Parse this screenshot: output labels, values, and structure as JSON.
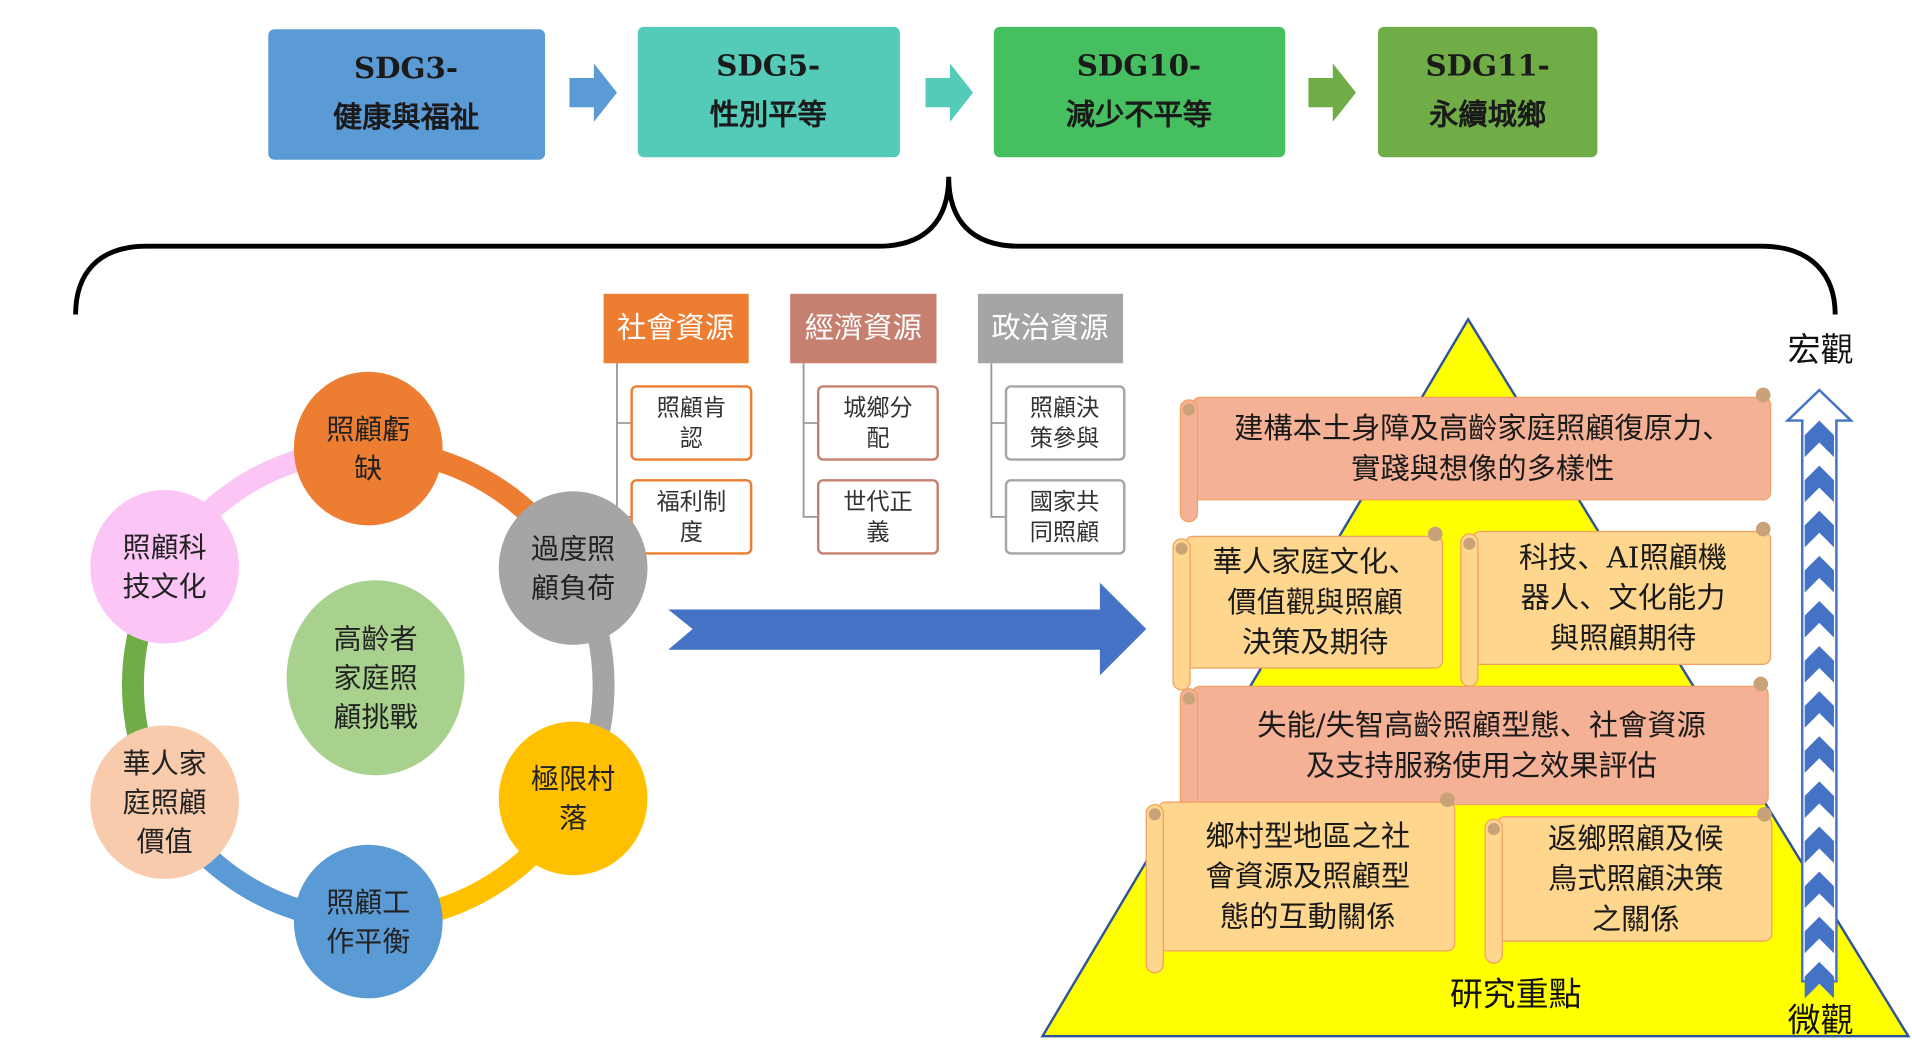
{
  "sdgs": [
    {
      "code": "SDG3-",
      "name": "健康與福祉",
      "color": "#5b9bd5"
    },
    {
      "code": "SDG5-",
      "name": "性別平等",
      "color": "#54cbb9"
    },
    {
      "code": "SDG10-",
      "name": "減少不平等",
      "color": "#45bf5f"
    },
    {
      "code": "SDG11-",
      "name": "永續城鄉",
      "color": "#70ad47"
    }
  ],
  "resources": [
    {
      "title": "社會資源",
      "color": "#ed7d31",
      "items": [
        [
          "照顧肯",
          "認"
        ],
        [
          "福利制",
          "度"
        ]
      ]
    },
    {
      "title": "經濟資源",
      "color": "#c5806f",
      "items": [
        [
          "城鄉分",
          "配"
        ],
        [
          "世代正",
          "義"
        ]
      ]
    },
    {
      "title": "政治資源",
      "color": "#a5a5a5",
      "items": [
        [
          "照顧決",
          "策參與"
        ],
        [
          "國家共",
          "同照顧"
        ]
      ]
    }
  ],
  "cycle": {
    "center": [
      "高齡者",
      "家庭照",
      "顧挑戰"
    ],
    "center_color": "#a9d18e",
    "nodes": [
      {
        "lines": [
          "照顧虧",
          "缺"
        ],
        "color": "#ed7d31"
      },
      {
        "lines": [
          "過度照",
          "顧負荷"
        ],
        "color": "#a5a5a5"
      },
      {
        "lines": [
          "極限村",
          "落"
        ],
        "color": "#ffc000"
      },
      {
        "lines": [
          "照顧工",
          "作平衡"
        ],
        "color": "#5b9bd5"
      },
      {
        "lines": [
          "華人家",
          "庭照顧",
          "價值"
        ],
        "color": "#f8cbad"
      },
      {
        "lines": [
          "照顧科",
          "技文化"
        ],
        "color": "#fbc6f6"
      }
    ],
    "ring_colors": [
      "#ed7d31",
      "#a5a5a5",
      "#ffc000",
      "#5b9bd5",
      "#70ad47",
      "#fbc6f6"
    ]
  },
  "pyramid": {
    "color": "#ffff00",
    "scrolls": [
      {
        "lines": [
          "建構本土身障及高齡家庭照顧復原力、",
          "實踐與想像的多樣性"
        ],
        "color": "#f4b196"
      },
      {
        "lines": [
          "華人家庭文化、",
          "價值觀與照顧",
          "決策及期待"
        ],
        "color": "#fed68d"
      },
      {
        "lines": [
          "科技、AI照顧機",
          "器人、文化能力",
          "與照顧期待"
        ],
        "color": "#fed68d"
      },
      {
        "lines": [
          "失能/失智高齡照顧型態、社會資源",
          "及支持服務使用之效果評估"
        ],
        "color": "#f4b196"
      },
      {
        "lines": [
          "鄉村型地區之社",
          "會資源及照顧型",
          "態的互動關係"
        ],
        "color": "#fed68d"
      },
      {
        "lines": [
          "返鄉照顧及候",
          "鳥式照顧決策",
          "之關係"
        ],
        "color": "#fed68d"
      }
    ],
    "label": "研究重點"
  },
  "scale": {
    "top": "宏觀",
    "bottom": "微觀"
  },
  "arrow_color": "#4472c4"
}
